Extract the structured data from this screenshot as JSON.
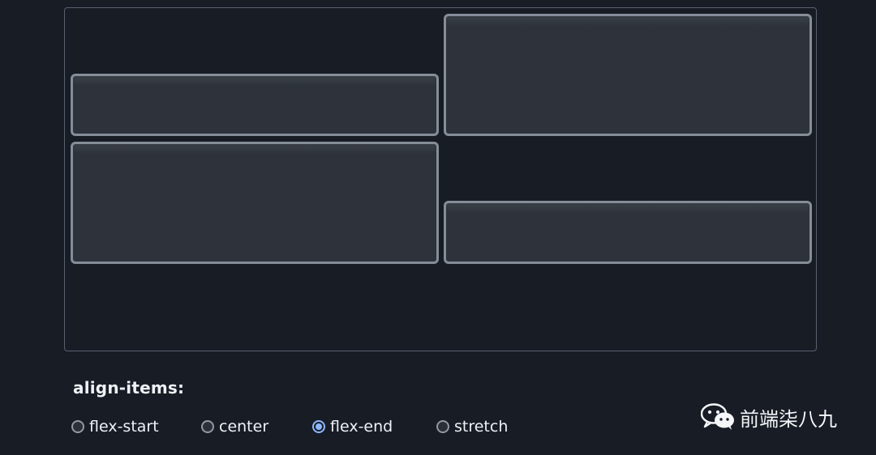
{
  "demo": {
    "property_label": "align-items:",
    "options": [
      {
        "label": "flex-start",
        "selected": false
      },
      {
        "label": "center",
        "selected": false
      },
      {
        "label": "flex-end",
        "selected": true
      },
      {
        "label": "stretch",
        "selected": false
      }
    ]
  },
  "watermark": {
    "icon": "wechat-icon",
    "text": "前端柒八九"
  },
  "colors": {
    "background": "#181c25",
    "box_fill": "#2e333b",
    "box_border": "#858d98",
    "radio_checked": "#8eb7ff"
  }
}
